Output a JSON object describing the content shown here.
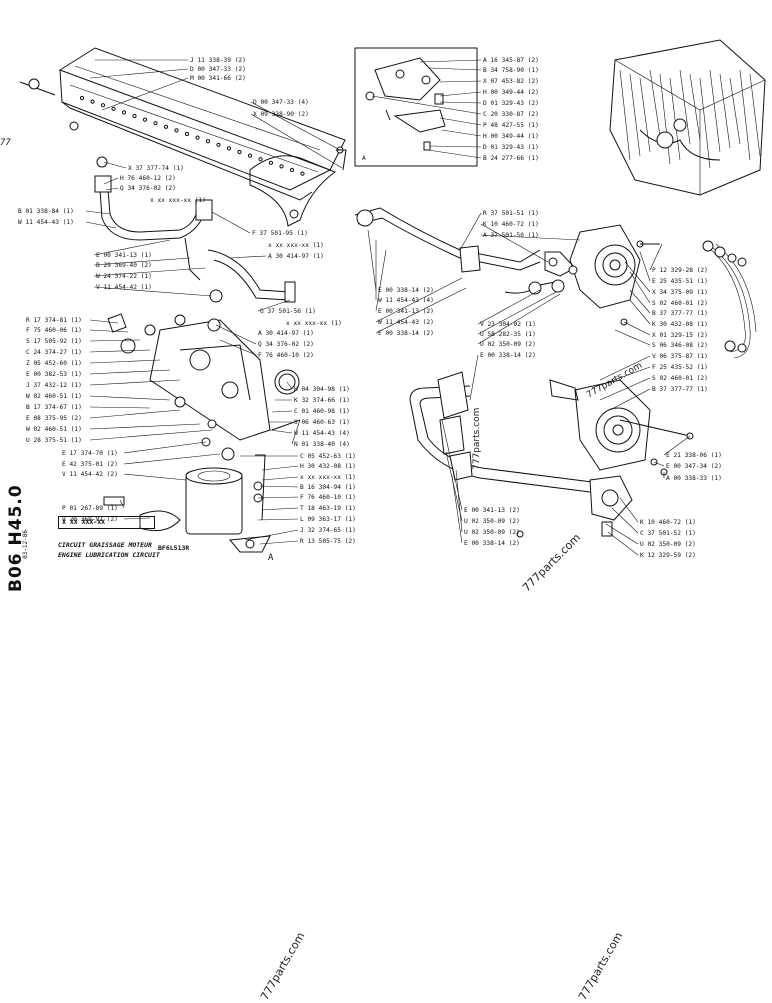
{
  "page": {
    "section_code": "B06 H45.0",
    "date": "03-12-86",
    "code_box": "X XX XXX-XX",
    "title_fr": "CIRCUIT GRAISSAGE MOTEUR",
    "title_en": "ENGINE LUBRICATION CIRCUIT",
    "model": "BF6L513R",
    "view_marker": "A",
    "view_marker_main": "A",
    "edge_fragment": "77"
  },
  "watermark": {
    "text": "777parts.com"
  },
  "parts_left": [
    "J 11 338-39 (2)",
    "D 00 347-33 (2)",
    "M 00 341-66 (2)",
    "X 37 377-74 (1)",
    "H 76 460-12 (2)",
    "Q 34 376-02 (2)",
    "x xx xxx-xx (1)",
    "B 01 338-84 (1)",
    "W 11 454-43 (1)",
    "E 00 341-13 (1)",
    "B 29 369-40 (2)",
    "W 24 374-22 (1)",
    "V 11 454-42 (1)",
    "R 17 374-81 (1)",
    "F 75 460-06 (1)",
    "S 17 505-92 (1)",
    "C 24 374-27 (1)",
    "Z 05 452-60 (1)",
    "E 00 382-53 (1)",
    "J 37 432-12 (1)",
    "W 02 460-51 (1)",
    "B 17 374-67 (1)",
    "E 08 375-95 (2)",
    "W 02 460-51 (1)",
    "U 28 375-51 (1)",
    "E 17 374-70 (1)",
    "E 42 375-01 (2)",
    "V 11 454-42 (2)",
    "P 01 267-89 (1)",
    "V 20 369-91 (2)"
  ],
  "parts_center": [
    "D 00 347-33 (4)",
    "X 09 338-90 (2)",
    "F 37 501-95 (1)",
    "x xx xxx-xx (1)",
    "A 30 414-97 (1)",
    "G 37 501-56 (1)",
    "x xx xxx-xx (1)",
    "A 30 414-97 (1)",
    "Q 34 376-02 (2)",
    "F 76 460-10 (2)",
    "H 04 304-98 (1)",
    "K 32 374-66 (1)",
    "C 01 460-98 (1)",
    "S 06 460-63 (1)",
    "W 11 454-43 (4)",
    "N 01 338-40 (4)",
    "C 05 452-63 (1)",
    "H 30 432-08 (1)",
    "x xx xxx-xx (1)",
    "B 16 304-94 (1)",
    "F 76 460-10 (1)",
    "T 18 463-19 (1)",
    "L 09 363-17 (1)",
    "J 32 374-65 (1)",
    "R 13 505-75 (2)"
  ],
  "parts_inset": [
    "A 16 345-87 (2)",
    "B 34 758-90 (1)",
    "X 07 453-82 (2)",
    "H 00 349-44 (2)",
    "D 01 329-43 (2)",
    "C 20 330-87 (2)",
    "P 48 427-55 (1)",
    "H 00 349-44 (1)",
    "D 01 329-43 (1)",
    "B 24 277-66 (1)"
  ],
  "parts_right_col": [
    "R 37 501-51 (1)",
    "K 10 460-72 (1)",
    "A 37 501-50 (1)",
    "E 00 338-14 (2)",
    "W 11 454-43 (4)",
    "E 00 341-13 (2)",
    "W 11 454-43 (2)",
    "E 00 338-14 (2)",
    "V 23 304-02 (1)",
    "U 58 282-35 (1)",
    "U 02 350-09 (2)",
    "E 00 338-14 (2)"
  ],
  "parts_far_right": [
    "P 12 329-28 (2)",
    "E 25 435-51 (1)",
    "X 34 375-09 (1)",
    "S 02 460-01 (2)",
    "B 37 377-77 (1)",
    "K 30 432-08 (1)",
    "X 01 329-15 (2)",
    "S 06 346-08 (2)",
    "V 06 375-87 (1)",
    "F 25 435-52 (1)",
    "S 02 460-01 (2)",
    "B 37 377-77 (1)",
    "E 21 338-06 (1)",
    "E 00 347-34 (2)",
    "A 00 338-33 (1)"
  ],
  "parts_bottom_right": [
    "E 00 341-13 (2)",
    "U 02 350-09 (2)",
    "U 02 350-09 (2)",
    "E 00 338-14 (2)",
    "K 10 460-72 (1)",
    "C 37 501-52 (1)",
    "U 02 350-09 (2)",
    "K 12 329-59 (2)"
  ]
}
